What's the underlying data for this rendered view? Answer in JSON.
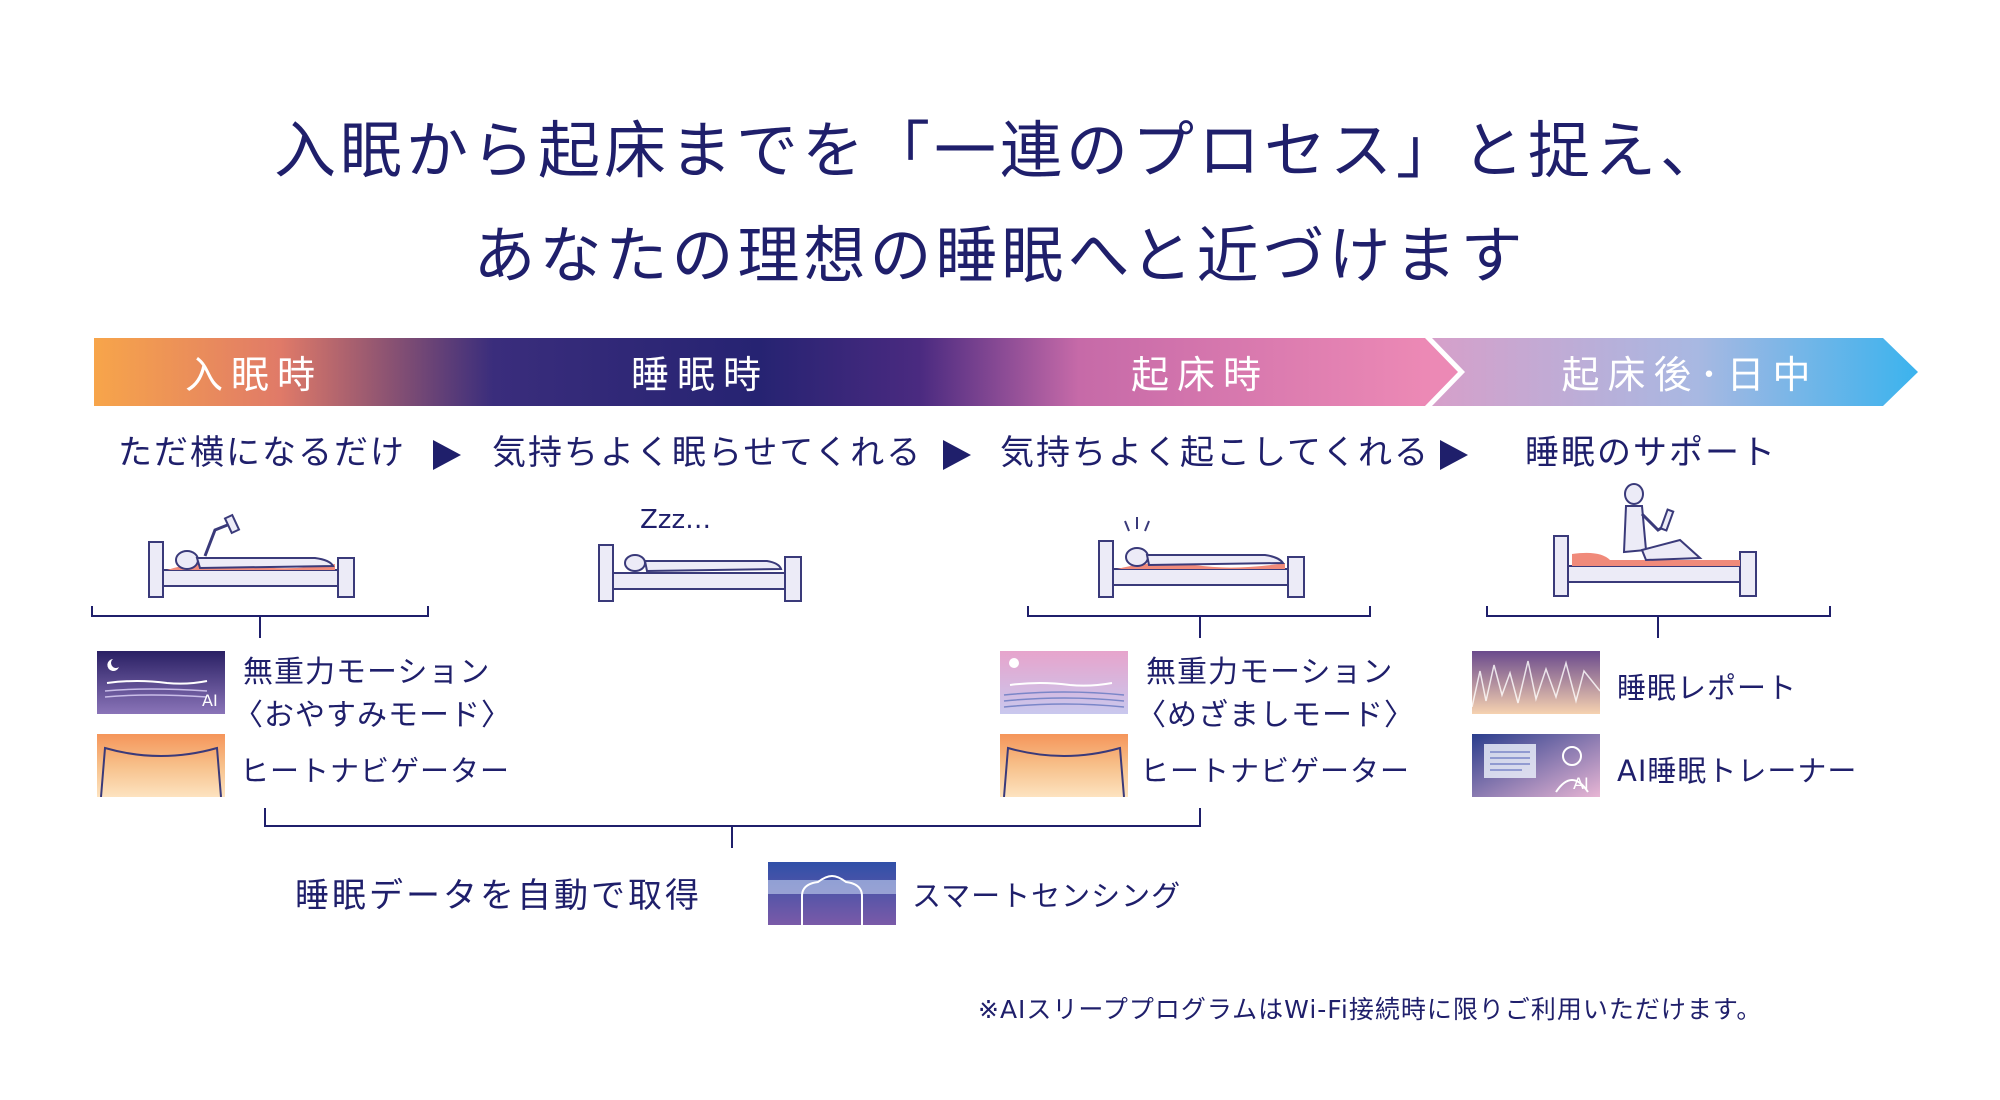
{
  "headline": {
    "line1": "入眠から起床までを「一連のプロセス」と捉え、",
    "line2": "あなたの理想の睡眠へと近づけます"
  },
  "phases": [
    {
      "label": "入眠時"
    },
    {
      "label": "睡眠時"
    },
    {
      "label": "起床時"
    },
    {
      "label": "起床後･日中"
    }
  ],
  "steps": [
    {
      "text": "ただ横になるだけ"
    },
    {
      "text": "気持ちよく眠らせてくれる"
    },
    {
      "text": "気持ちよく起こしてくれる"
    },
    {
      "text": "睡眠のサポート"
    }
  ],
  "illustration": {
    "zzz": "Zzz…"
  },
  "features": {
    "sleep_onset": {
      "zero_g_line1": "無重力モーション",
      "zero_g_line2": "〈おやすみモード〉",
      "ai_badge": "AI",
      "heat": "ヒートナビゲーター"
    },
    "wake": {
      "zero_g_line1": "無重力モーション",
      "zero_g_line2": "〈めざましモード〉",
      "heat": "ヒートナビゲーター"
    },
    "after_wake": {
      "report": "睡眠レポート",
      "trainer": "AI睡眠トレーナー",
      "ai_badge": "AI"
    }
  },
  "sensing": {
    "label": "睡眠データを自動で取得",
    "feature": "スマートセンシング"
  },
  "footnote": "※AIスリーププログラムはWi-Fi接続時に限りご利用いただけます。",
  "colors": {
    "navy": "#1f1f6b",
    "orange": "#f7a54a",
    "pink": "#e88ab8",
    "sky": "#3ab3ee",
    "bed_frame": "#ecebf7",
    "bed_stroke": "#3a3a7a",
    "mattress_heat": "#f08a7a"
  }
}
